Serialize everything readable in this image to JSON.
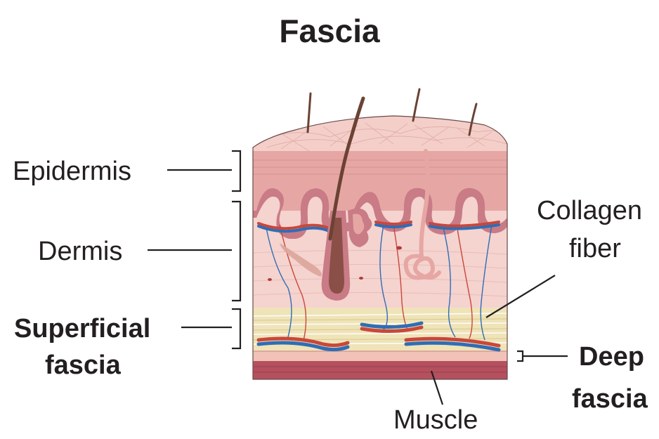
{
  "title": "Fascia",
  "labels": {
    "epidermis": "Epidermis",
    "dermis": "Dermis",
    "superficial_fascia_line1": "Superficial",
    "superficial_fascia_line2": "fascia",
    "collagen_fiber_line1": "Collagen",
    "collagen_fiber_line2": "fiber",
    "deep_fascia_line1": "Deep",
    "deep_fascia_line2": "fascia",
    "muscle": "Muscle"
  },
  "colors": {
    "epidermis_surface": "#f4cfc9",
    "epidermis_layer": "#e6a7a4",
    "basal_layer": "#c97b86",
    "dermis": "#f5d3cf",
    "superficial_fascia": "#efe3b8",
    "deep_fascia": "#f0c2b8",
    "muscle": "#b5505f",
    "artery": "#c9473a",
    "vein": "#2f6db5",
    "hair": "#6b4234"
  }
}
